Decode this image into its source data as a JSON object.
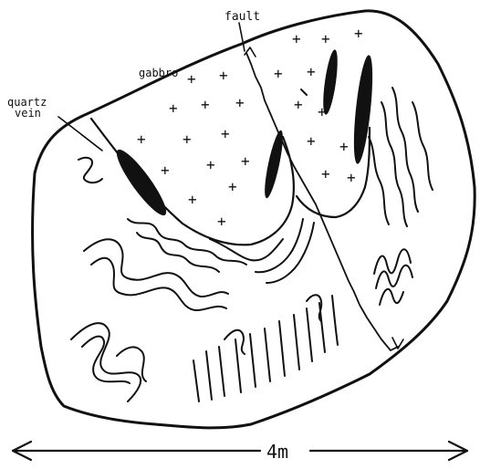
{
  "labels": {
    "fault": "fault",
    "gabbro": "gabbro",
    "quartz_line1": "quartz",
    "quartz_line2": "vein",
    "scale": "4m"
  },
  "colors": {
    "ink": "#111111",
    "paper": "#ffffff"
  },
  "symbols": {
    "gabbro_mark": "+"
  }
}
